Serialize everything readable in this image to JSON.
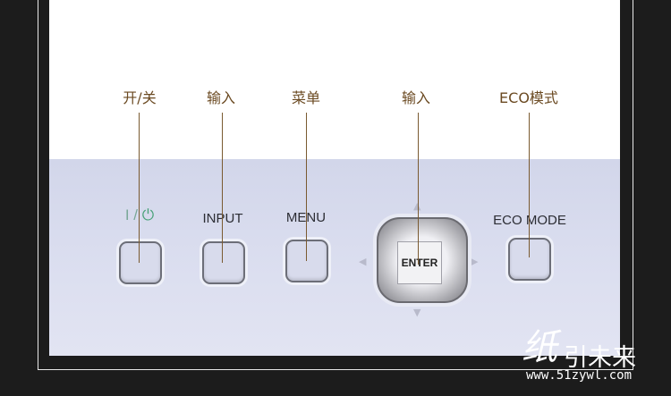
{
  "callouts": [
    "开/关",
    "输入",
    "菜单",
    "输入",
    "ECO模式"
  ],
  "panel": {
    "power_label_text": "I / ",
    "power_icon": "power-icon",
    "input": "INPUT",
    "menu": "MENU",
    "enter": "ENTER",
    "eco": "ECO MODE"
  },
  "watermark": {
    "logo": "纸",
    "name": "引未来",
    "url": "www.51zywl.com"
  }
}
